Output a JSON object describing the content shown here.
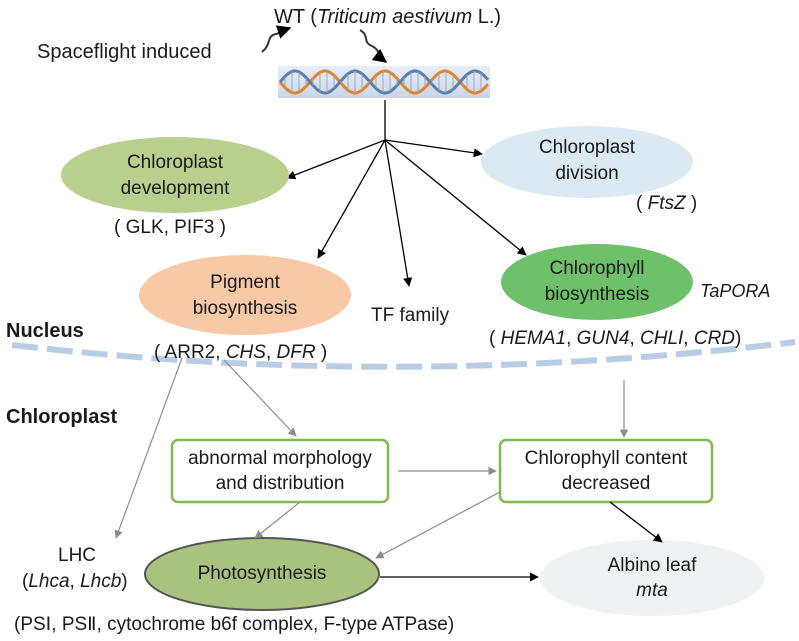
{
  "header": {
    "wt_prefix": "WT (",
    "species": "Triticum aestivum",
    "wt_suffix": " L.)",
    "induced_by": "Spaceflight induced"
  },
  "compartments": {
    "nucleus": "Nucleus",
    "chloroplast": "Chloroplast"
  },
  "nodes": {
    "chloroplast_development": {
      "line1": "Chloroplast",
      "line2": "development",
      "genes": "( GLK, PIF3 )"
    },
    "chloroplast_division": {
      "line1": "Chloroplast",
      "line2": "division",
      "genes_open": "( ",
      "gene1": "FtsZ",
      "genes_close": " )"
    },
    "pigment_biosynthesis": {
      "line1": "Pigment",
      "line2": "biosynthesis",
      "genes_open": "( ARR2, ",
      "gene1": "CHS",
      "sep1": ", ",
      "gene2": "DFR",
      "genes_close": " )"
    },
    "tf_family": {
      "label": "TF family"
    },
    "chlorophyll_biosynthesis": {
      "line1": "Chlorophyll",
      "line2": "biosynthesis",
      "side_gene": "TaPORA",
      "genes_open": "( ",
      "gene1": "HEMA1",
      "sep1": ", ",
      "gene2": "GUN4",
      "sep2": ", ",
      "gene3": "CHLI",
      "sep3": ", ",
      "gene4": "CRD",
      "genes_close": ")"
    },
    "abnormal_morphology": {
      "line1": "abnormal morphology",
      "line2": "and distribution"
    },
    "chlorophyll_content": {
      "line1": "Chlorophyll content",
      "line2": "decreased"
    },
    "lhc": {
      "label": "LHC",
      "genes_open": "(",
      "gene1": "Lhca",
      "sep1": ", ",
      "gene2": "Lhcb",
      "genes_close": ")"
    },
    "photosynthesis": {
      "label": "Photosynthesis",
      "complexes": "(PSⅠ, PSⅡ, cytochrome b6f complex, F-type ATPase)"
    },
    "albino_leaf": {
      "line1": "Albino leaf",
      "line2": "mta"
    }
  },
  "colors": {
    "dev_ellipse": "#b9cf8e",
    "division_ellipse": "#dbe9f2",
    "pigment_ellipse": "#f7c9a7",
    "chlorophyll_ellipse": "#6ec16a",
    "box_border": "#7fba4f",
    "photosynthesis_fill": "#a9c37e",
    "albino_fill": "#eef2f2",
    "membrane": "#b8cde3",
    "arrow_dark": "#000000",
    "arrow_light": "#8c8c8c",
    "dna_orange": "#e0852b",
    "dna_blue": "#5b7fa8"
  }
}
